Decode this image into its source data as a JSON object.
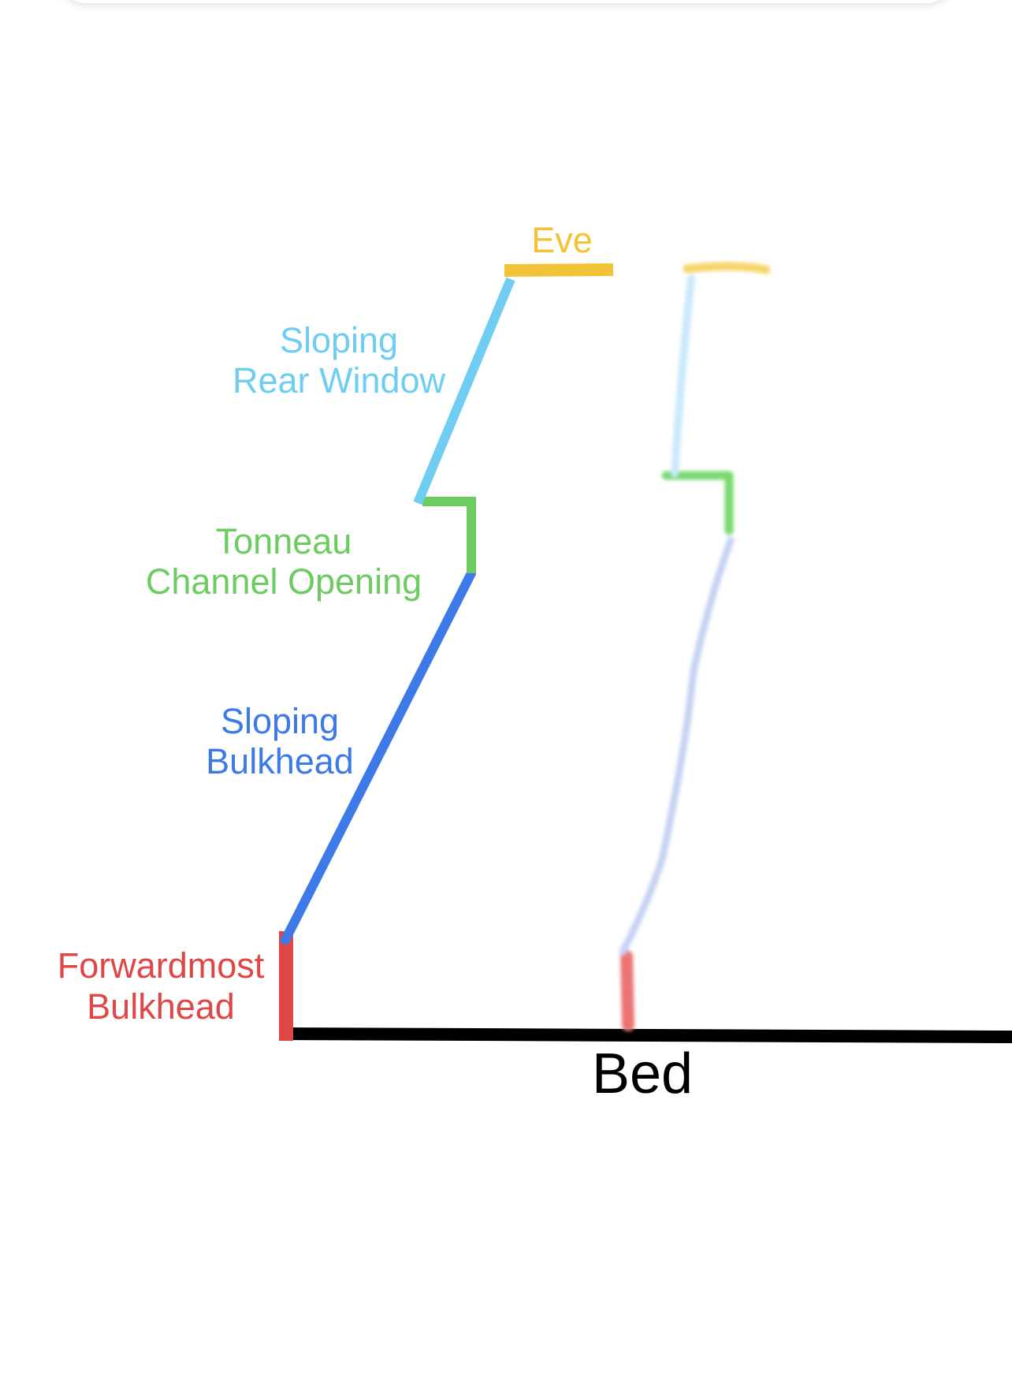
{
  "labels": {
    "eve": "Eve",
    "rear_window_line1": "Sloping",
    "rear_window_line2": "Rear Window",
    "tonneau_line1": "Tonneau",
    "tonneau_line2": "Channel Opening",
    "bulkhead_line1": "Sloping",
    "bulkhead_line2": "Bulkhead",
    "forward_line1": "Forwardmost",
    "forward_line2": "Bulkhead",
    "bed": "Bed"
  },
  "colors": {
    "eve": "#f2c237",
    "rear_window": "#6fcdf2",
    "tonneau": "#6ccb61",
    "sloping_bulkhead": "#3d7ae8",
    "forwardmost_bulkhead": "#df4646",
    "bed": "#000000",
    "faded_rear_window": "#c9e9fb",
    "faded_tonneau": "#79d96f",
    "faded_bulkhead": "#c4d1f3",
    "faded_forward": "#ea7373",
    "faded_eve": "#f6d56b"
  }
}
